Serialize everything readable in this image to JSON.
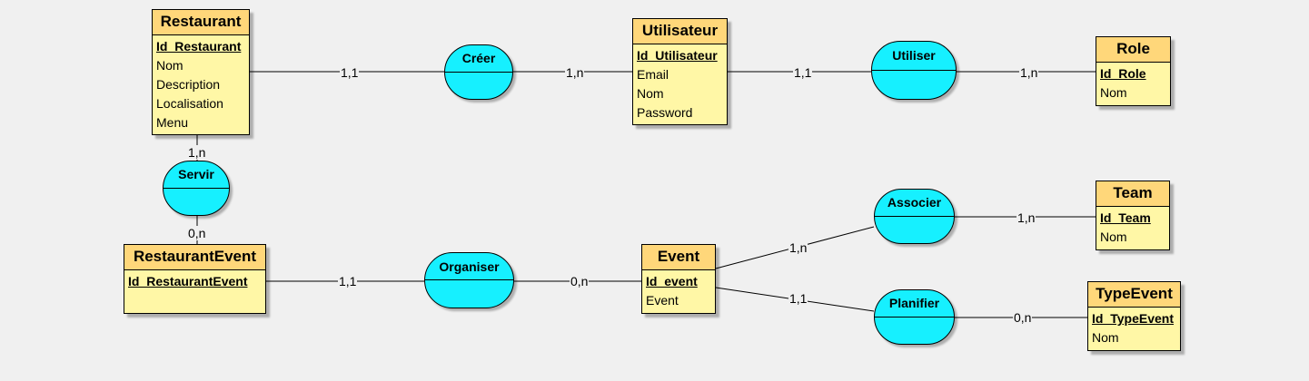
{
  "entities": [
    {
      "id": "restaurant",
      "name": "Restaurant",
      "key": "Id_Restaurant",
      "attrs": [
        "Nom",
        "Description",
        "Localisation",
        "Menu"
      ]
    },
    {
      "id": "utilisateur",
      "name": "Utilisateur",
      "key": "Id_Utilisateur",
      "attrs": [
        "Email",
        "Nom",
        "Password"
      ]
    },
    {
      "id": "role",
      "name": "Role",
      "key": "Id_Role",
      "attrs": [
        "Nom"
      ]
    },
    {
      "id": "restaurantevent",
      "name": "RestaurantEvent",
      "key": "Id_RestaurantEvent",
      "attrs": []
    },
    {
      "id": "event",
      "name": "Event",
      "key": "Id_event",
      "attrs": [
        "Event"
      ]
    },
    {
      "id": "team",
      "name": "Team",
      "key": "Id_Team",
      "attrs": [
        "Nom"
      ]
    },
    {
      "id": "typeevent",
      "name": "TypeEvent",
      "key": "Id_TypeEvent",
      "attrs": [
        "Nom"
      ]
    }
  ],
  "associations": [
    {
      "id": "creer",
      "name": "Créer"
    },
    {
      "id": "utiliser",
      "name": "Utiliser"
    },
    {
      "id": "servir",
      "name": "Servir"
    },
    {
      "id": "organiser",
      "name": "Organiser"
    },
    {
      "id": "associer",
      "name": "Associer"
    },
    {
      "id": "planifier",
      "name": "Planifier"
    }
  ],
  "links": [
    {
      "id": "restaurant-creer",
      "card": "1,1"
    },
    {
      "id": "creer-utilisateur",
      "card": "1,n"
    },
    {
      "id": "utilisateur-utiliser",
      "card": "1,1"
    },
    {
      "id": "utiliser-role",
      "card": "1,n"
    },
    {
      "id": "restaurant-servir",
      "card": "1,n"
    },
    {
      "id": "servir-restaurantevent",
      "card": "0,n"
    },
    {
      "id": "restaurantevent-organiser",
      "card": "1,1"
    },
    {
      "id": "organiser-event",
      "card": "0,n"
    },
    {
      "id": "event-associer",
      "card": "1,n"
    },
    {
      "id": "associer-team",
      "card": "1,n"
    },
    {
      "id": "event-planifier",
      "card": "1,1"
    },
    {
      "id": "planifier-typeevent",
      "card": "0,n"
    }
  ]
}
